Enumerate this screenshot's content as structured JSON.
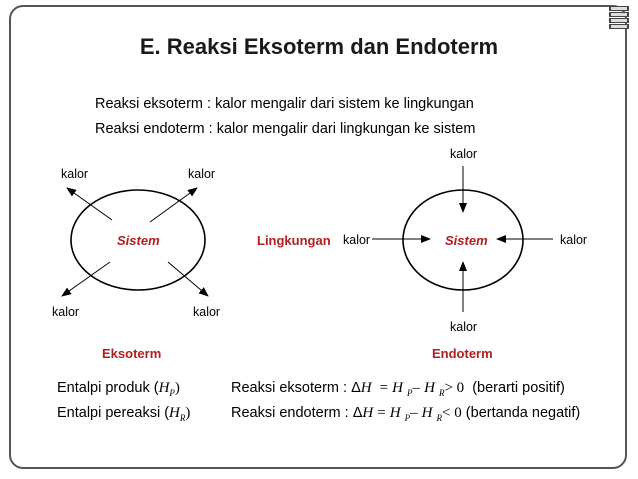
{
  "title": "E. Reaksi Eksoterm dan Endoterm",
  "definitions": {
    "exo": "Reaksi eksoterm : kalor mengalir dari sistem ke lingkungan",
    "endo": "Reaksi endoterm : kalor mengalir dari lingkungan ke sistem"
  },
  "diagram": {
    "kalor": "kalor",
    "sistem": "Sistem",
    "lingkungan": "Lingkungan",
    "eksoterm_label": "Eksoterm",
    "endoterm_label": "Endoterm"
  },
  "bottom": {
    "entalpi_produk": "Entalpi produk (",
    "entalpi_pereaksi": "Entalpi pereaksi (",
    "H": "H",
    "sub_p": "P",
    "sub_r": "R",
    "close_paren": ")",
    "exo_prefix": "Reaksi eksoterm : Δ",
    "endo_prefix": "Reaksi endoterm : Δ",
    "eq": "=",
    "minus": "–",
    "gt_zero": "> 0",
    "lt_zero": "< 0",
    "exo_note": "(berarti positif)",
    "endo_note": "(bertanda negatif)"
  },
  "icon": "slide-logo-icon"
}
